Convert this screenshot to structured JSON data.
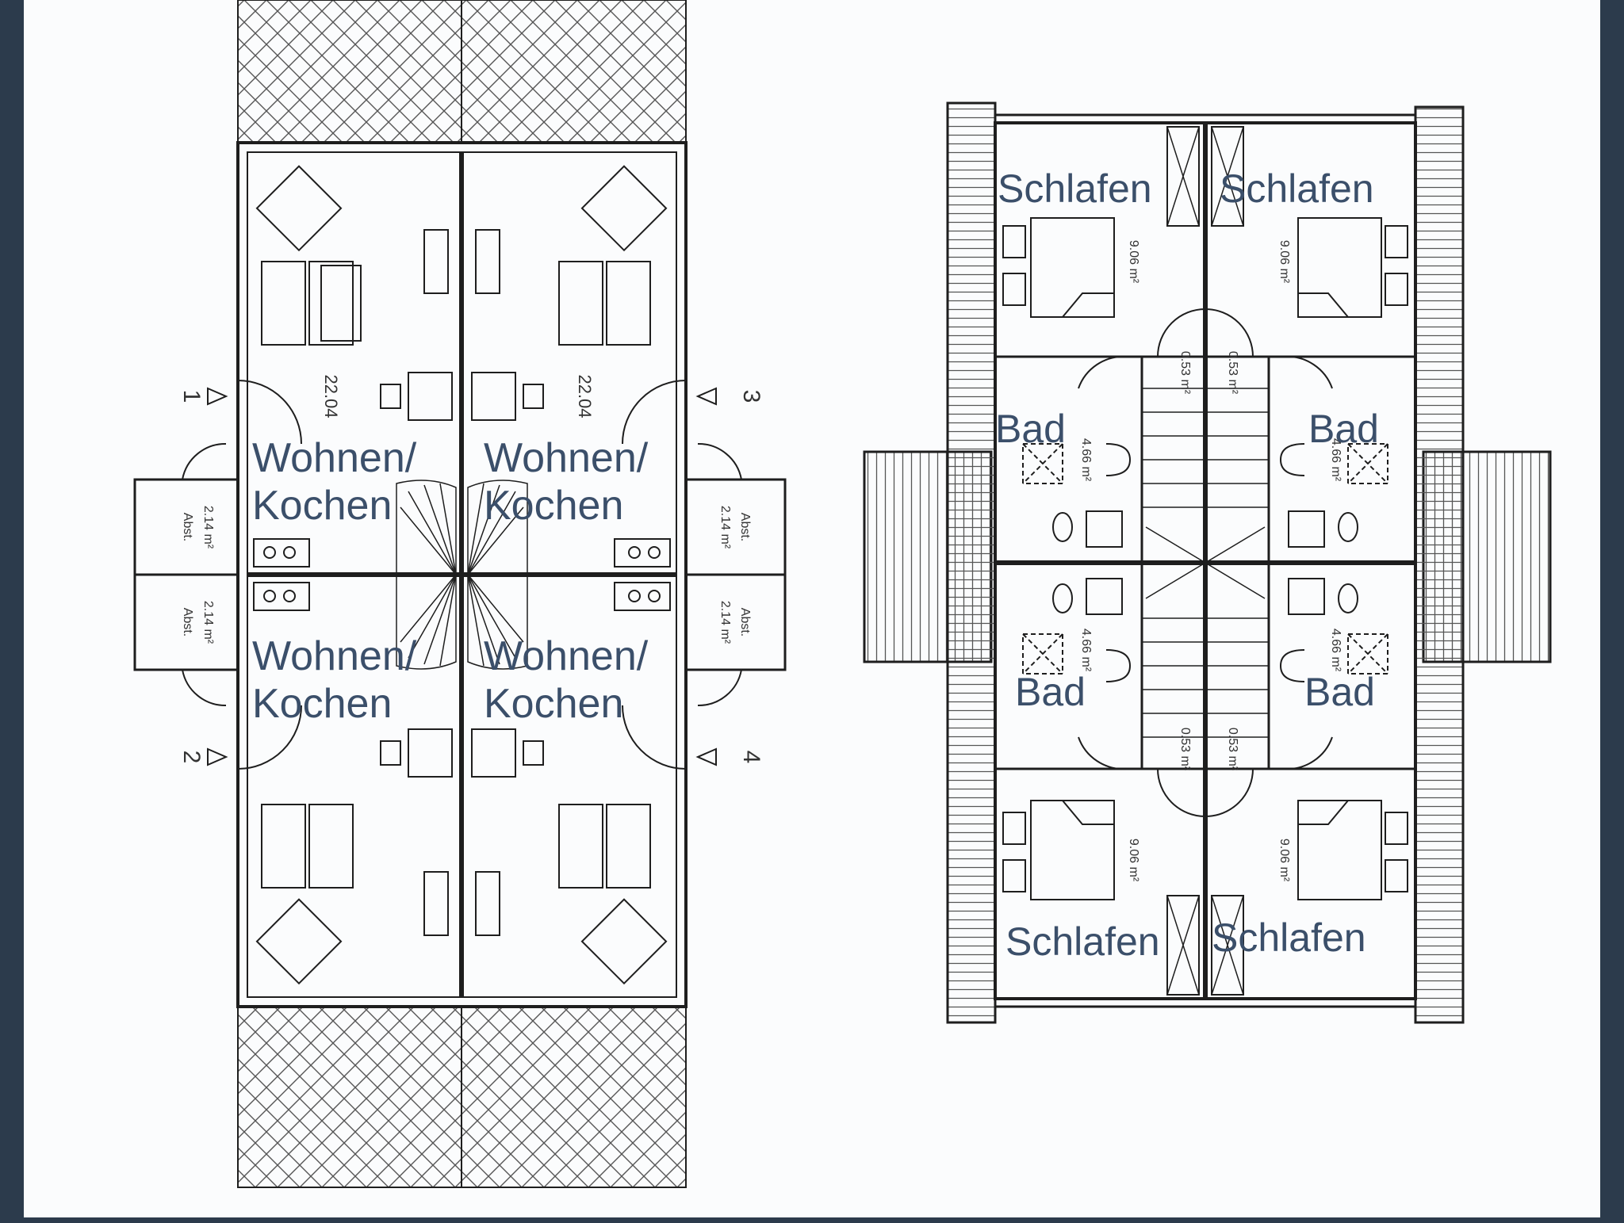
{
  "colors": {
    "frame": "#2c3b4c",
    "paper": "#fbfcfd",
    "ink": "#1e1e1e",
    "label": "#3b4f6a"
  },
  "ground_floor": {
    "entrances": [
      "1",
      "2",
      "3",
      "4"
    ],
    "living_rooms": [
      {
        "line1": "Wohnen/",
        "line2": "Kochen"
      },
      {
        "line1": "Wohnen/",
        "line2": "Kochen"
      },
      {
        "line1": "Wohnen/",
        "line2": "Kochen"
      },
      {
        "line1": "Wohnen/",
        "line2": "Kochen"
      }
    ],
    "storage_rooms": [
      {
        "name": "Abst.",
        "area": "2.14 m²"
      },
      {
        "name": "Abst.",
        "area": "2.14 m²"
      },
      {
        "name": "Abst.",
        "area": "2.14 m²"
      },
      {
        "name": "Abst.",
        "area": "2.14 m²"
      }
    ],
    "living_area": "22.04"
  },
  "upper_floor": {
    "bedrooms": [
      "Schlafen",
      "Schlafen",
      "Schlafen",
      "Schlafen"
    ],
    "bathrooms": [
      "Bad",
      "Bad",
      "Bad",
      "Bad"
    ],
    "bedroom_area": "9.06 m²",
    "bathroom_area": "4.66 m²",
    "hall_area": "0.53 m²"
  }
}
